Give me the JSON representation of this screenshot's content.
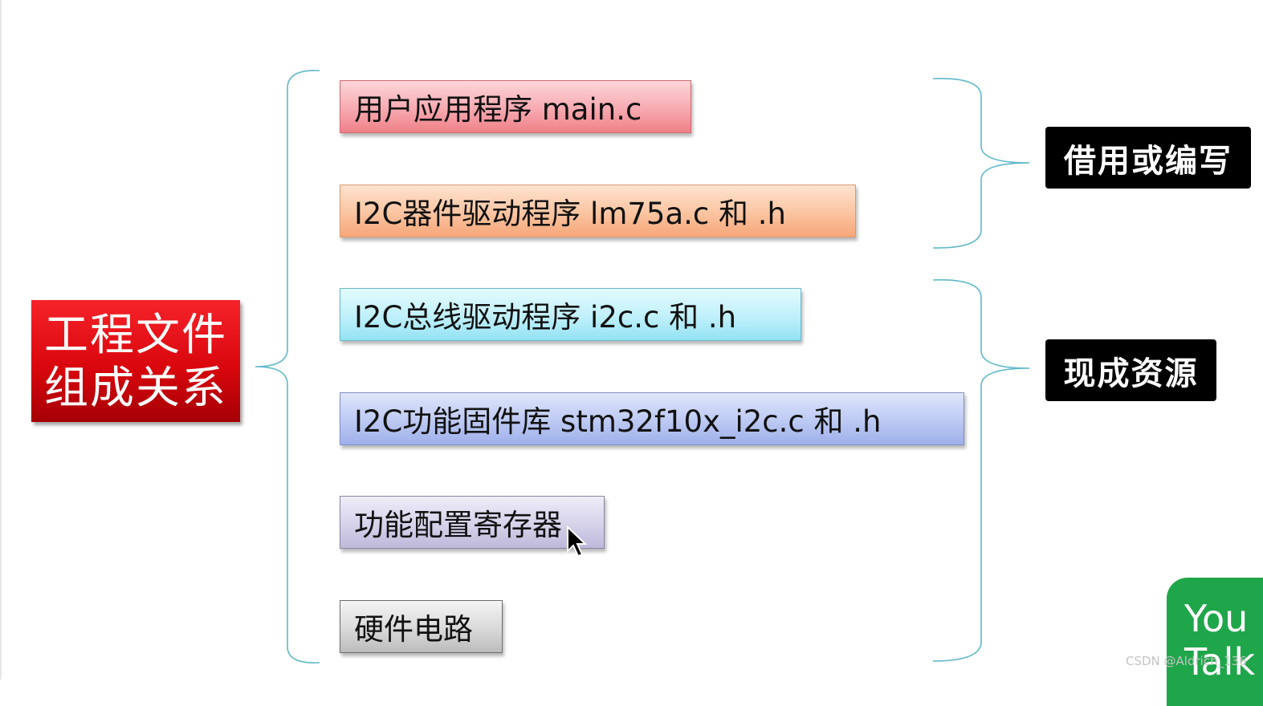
{
  "root": {
    "label": "工程文件组成关系"
  },
  "nodes": [
    {
      "label": "用户应用程序 main.c"
    },
    {
      "label": "I2C器件驱动程序 lm75a.c 和 .h"
    },
    {
      "label": "I2C总线驱动程序 i2c.c 和 .h"
    },
    {
      "label": "I2C功能固件库 stm32f10x_i2c.c 和 .h"
    },
    {
      "label": "功能配置寄存器"
    },
    {
      "label": "硬件电路"
    }
  ],
  "groups": [
    {
      "label": "借用或编写"
    },
    {
      "label": "现成资源"
    }
  ],
  "badge": {
    "line1": "You",
    "line2": "Talk"
  },
  "watermark": "CSDN @Aldrich_136",
  "colors": {
    "root": "#e0070d",
    "brace": "#5fb8c9",
    "node1": "#f7a9b0",
    "node2": "#fbc4a0",
    "node3": "#bff0fb",
    "node4": "#bcc9f3",
    "node5": "#d5d2ea",
    "node6": "#d9d9d9",
    "tag": "#000000",
    "badge": "#1fa64a"
  },
  "icons": {
    "cursor": "mouse-pointer-icon"
  }
}
